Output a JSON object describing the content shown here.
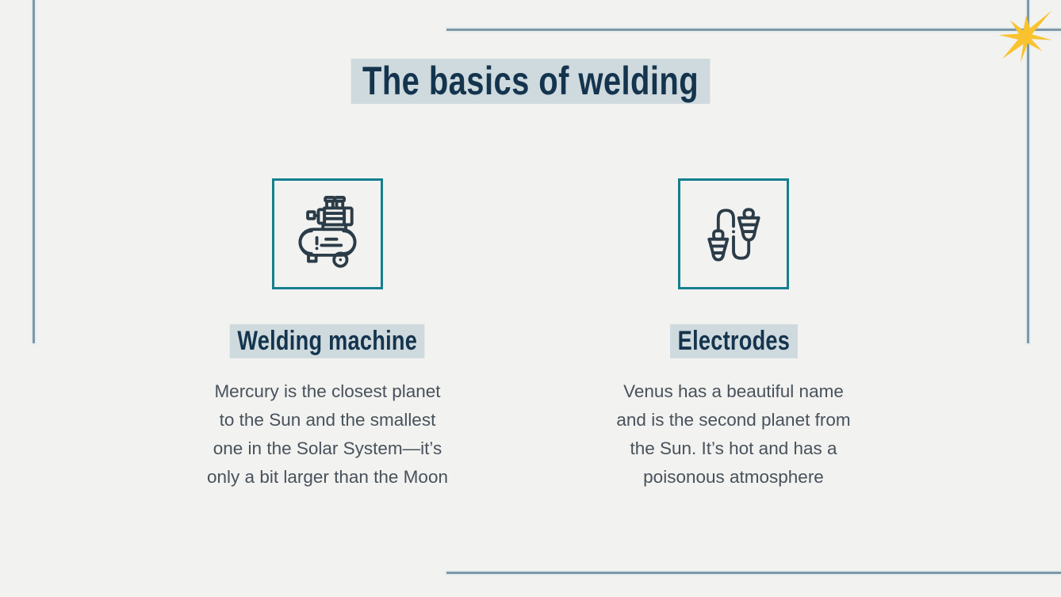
{
  "slide": {
    "title": "The basics of welding",
    "columns": [
      {
        "icon": "welding-machine-icon",
        "heading": "Welding machine",
        "body": "Mercury is the closest planet\nto the Sun and the smallest\none in the Solar System—it’s\nonly a bit larger than the Moon"
      },
      {
        "icon": "electrodes-icon",
        "heading": "Electrodes",
        "body": "Venus has a beautiful name\nand is the second planet from\nthe Sun. It’s hot and has a\npoisonous atmosphere"
      }
    ],
    "colors": {
      "background": "#f2f2f0",
      "title_text": "#14344e",
      "highlight": "#cfdade",
      "accent_teal": "#157f8e",
      "decorative_line": "#7e99a8",
      "body_text": "#48525b",
      "icon_stroke": "#2b3c48",
      "star_yellow": "#f8c32e"
    }
  }
}
